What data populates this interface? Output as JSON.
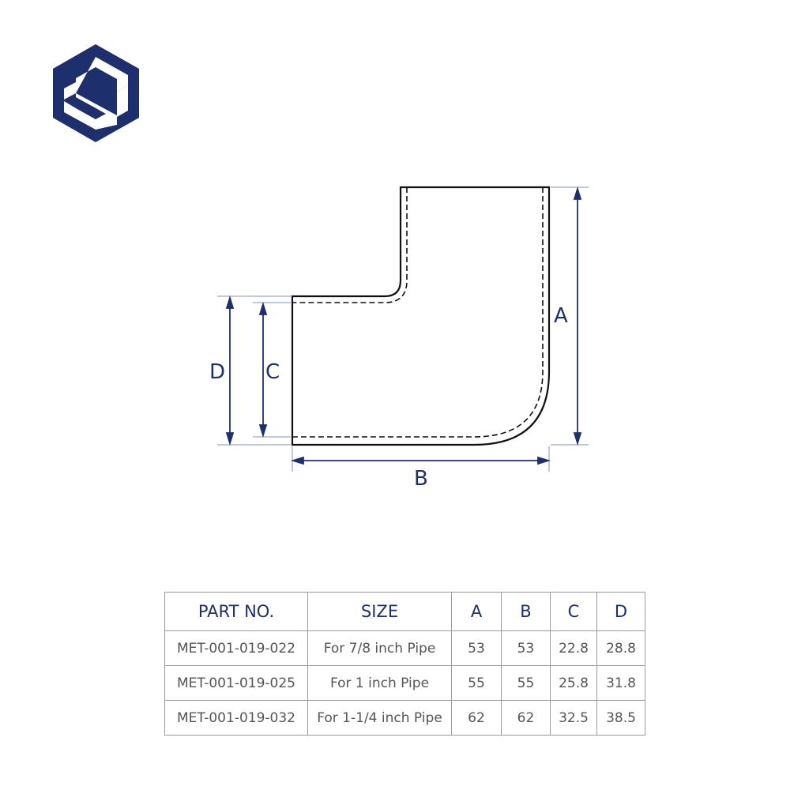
{
  "logo": {
    "icon": "hexagon-s-logo",
    "color": "#1e2f6e"
  },
  "dimensions": {
    "a": "A",
    "b": "B",
    "c": "C",
    "d": "D"
  },
  "colors": {
    "outline": "#111111",
    "dimension": "#1e2f6e",
    "extension": "#7f93c6"
  },
  "table": {
    "headers": [
      "PART NO.",
      "SIZE",
      "A",
      "B",
      "C",
      "D"
    ],
    "rows": [
      [
        "MET-001-019-022",
        "For 7/8 inch Pipe",
        "53",
        "53",
        "22.8",
        "28.8"
      ],
      [
        "MET-001-019-025",
        "For 1 inch Pipe",
        "55",
        "55",
        "25.8",
        "31.8"
      ],
      [
        "MET-001-019-032",
        "For 1-1/4 inch Pipe",
        "62",
        "62",
        "32.5",
        "38.5"
      ]
    ]
  }
}
